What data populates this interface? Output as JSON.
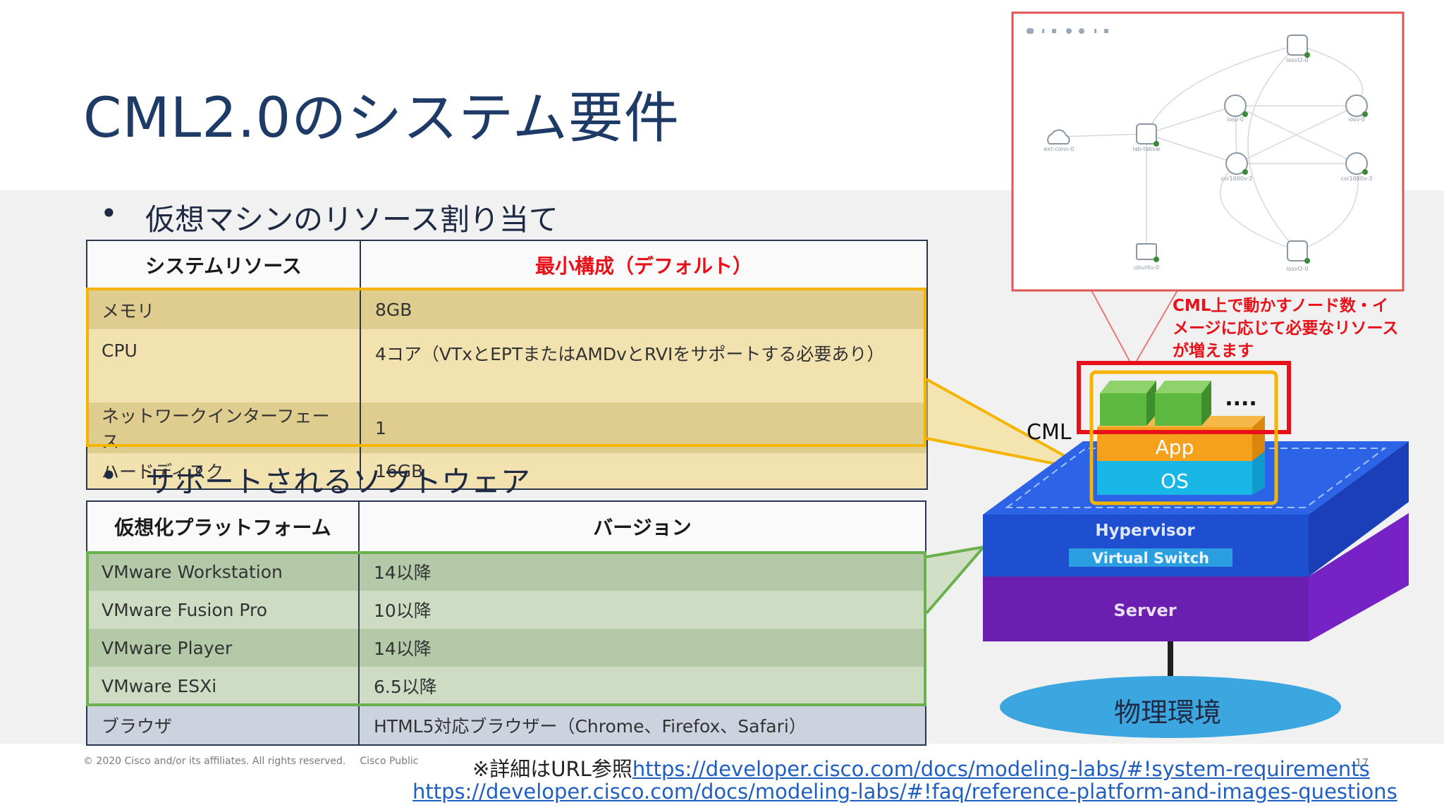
{
  "title": "CML2.0のシステム要件",
  "bullets": {
    "bullet_char": "•",
    "vm_resources": "仮想マシンのリソース割り当て",
    "supported_software": "サポートされるソフトウェア"
  },
  "resource_table": {
    "headers": [
      "システムリソース",
      "最小構成（デフォルト）"
    ],
    "rows": [
      [
        "メモリ",
        "8GB"
      ],
      [
        "CPU",
        "4コア（VTxとEPTまたはAMDvとRVIをサポートする必要あり）"
      ],
      [
        "ネットワークインターフェース",
        "1"
      ],
      [
        "ハードディスク",
        "16GB"
      ]
    ]
  },
  "software_table": {
    "headers": [
      "仮想化プラットフォーム",
      "バージョン"
    ],
    "rows": [
      [
        "VMware Workstation",
        "14以降"
      ],
      [
        "VMware Fusion Pro",
        "10以降"
      ],
      [
        "VMware Player",
        "14以降"
      ],
      [
        "VMware ESXi",
        "6.5以降"
      ],
      [
        "ブラウザ",
        "HTML5対応ブラウザー（Chrome、Firefox、Safari）"
      ]
    ]
  },
  "diagram": {
    "callout": [
      "CML上で動かすノード数・イ",
      "メージに応じて必要なリソース",
      "が増えます"
    ],
    "cml_label": "CML",
    "ellipsis": "....",
    "app_label": "App",
    "os_label": "OS",
    "hypervisor_label": "Hypervisor",
    "vswitch_label": "Virtual Switch",
    "server_label": "Server",
    "physical_label": "物理環境",
    "topology_nodes": [
      "iosv-0",
      "lab-tabsw",
      "csr1000v-2",
      "csr1000v-3",
      "ubuntu-0",
      "iosvl2-0",
      "ext-conn-0"
    ]
  },
  "colors": {
    "title": "#1e3a66",
    "red_accent": "#e8111a",
    "yellow_highlight": "#f4b400",
    "green_highlight": "#6ab04c",
    "hypervisor_blue": "#1f4fd1",
    "server_purple": "#6a1fb0",
    "app_orange": "#f5a11c",
    "os_cyan": "#19b7e6",
    "ellipse_blue": "#3ba6df",
    "link_blue": "#1f5fc4"
  },
  "footer": {
    "copyright": "© 2020  Cisco and/or its affiliates. All rights reserved.",
    "classification": "Cisco Public",
    "page_number": "17"
  },
  "note": {
    "prefix": "※詳細はURL参照",
    "link1": "https://developer.cisco.com/docs/modeling-labs/#!system-requirements",
    "link2": "https://developer.cisco.com/docs/modeling-labs/#!faq/reference-platform-and-images-questions"
  }
}
